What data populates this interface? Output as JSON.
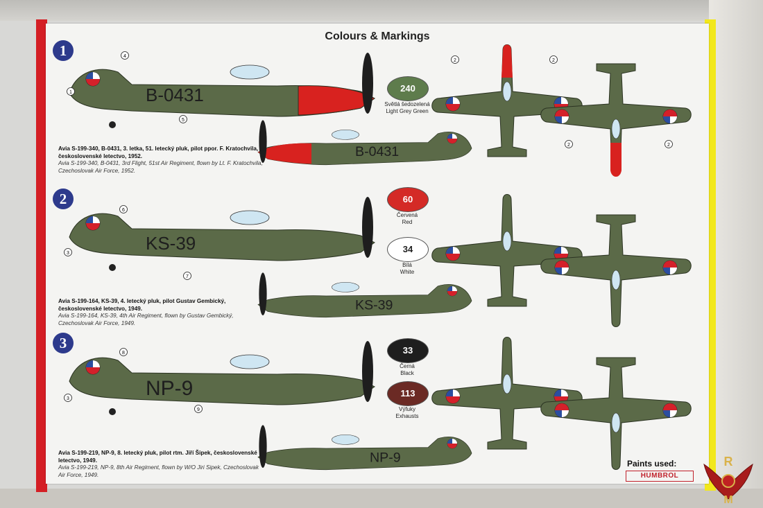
{
  "title": "Colours & Markings",
  "badges": [
    "1",
    "2",
    "3"
  ],
  "aircraft": [
    {
      "registration": "B-0431",
      "caption_cz": "Avia S-199-340, B-0431, 3. letka, 51. letecký pluk, pilot ppor. F. Kratochvila, československé letectvo, 1952.",
      "caption_en": "Avia S-199-340, B-0431, 3rd Flight, 51st Air Regiment, flown by Lt. F. Kratochvila, Czechoslovak Air Force, 1952.",
      "callouts": [
        "1",
        "4",
        "5"
      ]
    },
    {
      "registration": "KS-39",
      "caption_cz": "Avia S-199-164, KS-39, 4. letecký pluk, pilot Gustav Gembický, československé letectvo, 1949.",
      "caption_en": "Avia S-199-164, KS-39, 4th Air Regiment, flown by Gustav Gembický, Czechoslovak Air Force, 1949.",
      "callouts": [
        "3",
        "6",
        "7"
      ]
    },
    {
      "registration": "NP-9",
      "caption_cz": "Avia S-199-219, NP-9, 8. letecký pluk, pilot rtm. Jiří Šipek, československé letectvo, 1949.",
      "caption_en": "Avia S-199-219, NP-9, 8th Air Regiment, flown by W/O Jiri Sipek, Czechoslovak Air Force, 1949.",
      "callouts": [
        "3",
        "8",
        "9"
      ]
    }
  ],
  "paints": [
    {
      "code": "240",
      "name_cz": "Světlá šedozelená",
      "name_en": "Light Grey Green",
      "color": "#5e7c4c",
      "text_color": "#ffffff"
    },
    {
      "code": "60",
      "name_cz": "Červená",
      "name_en": "Red",
      "color": "#d42a26",
      "text_color": "#ffffff"
    },
    {
      "code": "34",
      "name_cz": "Bílá",
      "name_en": "White",
      "color": "#ffffff",
      "text_color": "#222222"
    },
    {
      "code": "33",
      "name_cz": "Černá",
      "name_en": "Black",
      "color": "#1e1e1e",
      "text_color": "#ffffff"
    },
    {
      "code": "113",
      "name_cz": "Výfuky",
      "name_en": "Exhausts",
      "color": "#6b2a24",
      "text_color": "#ffffff"
    }
  ],
  "plan_callout": "2",
  "paints_used_label": "Paints used:",
  "brand": "HUMBROL",
  "logo_letters": [
    "R",
    "M"
  ],
  "colors": {
    "aircraft_green": "#5b6a48",
    "aircraft_red": "#d8221f",
    "roundel_blue": "#2b4ea0",
    "roundel_red": "#d4202a",
    "badge_blue": "#2d3a8c"
  }
}
